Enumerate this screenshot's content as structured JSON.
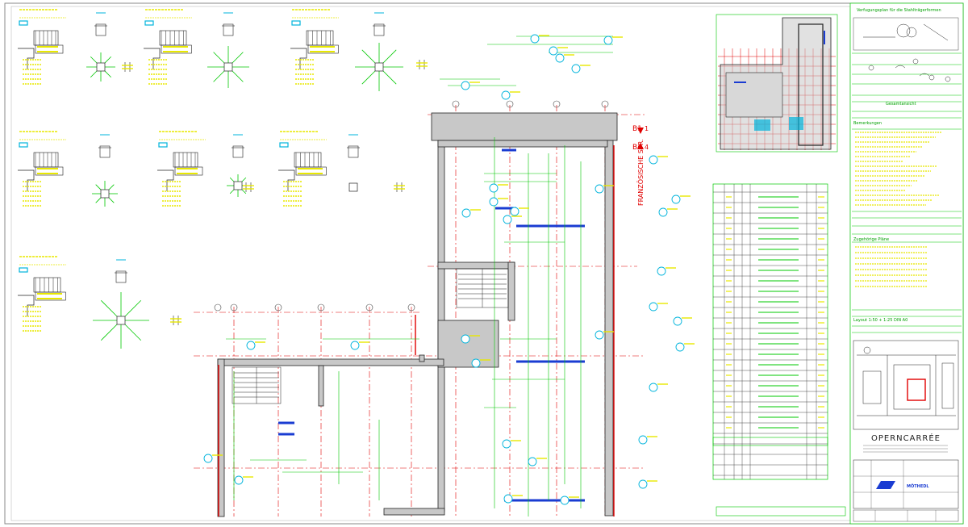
{
  "drawing": {
    "axis_marks": {
      "B1": "B1",
      "num1": "1",
      "B4": "B4",
      "num4": "4"
    },
    "street_name": "FRANZÖSISCHE STR.",
    "project_name": "OPERNCARRÉE",
    "legend_header": "Verfugungsplan für die Stahlträgerformen",
    "section_headers": {
      "notes": "Bemerkungen",
      "general": "Gesamtansicht",
      "details": "Zugehörige Pläne",
      "layout": "Layout 1:50 + 1:25 DIN A0"
    },
    "company_name": "MÖTHEDL",
    "colors": {
      "frame": "#8a8a8a",
      "cad_green": "#00c800",
      "cad_yellow": "#e8e800",
      "cad_red": "#e00000",
      "cad_cyan": "#00b4dc",
      "cad_blue": "#1a3cd2",
      "wall_fill": "#c8c8c8"
    }
  }
}
